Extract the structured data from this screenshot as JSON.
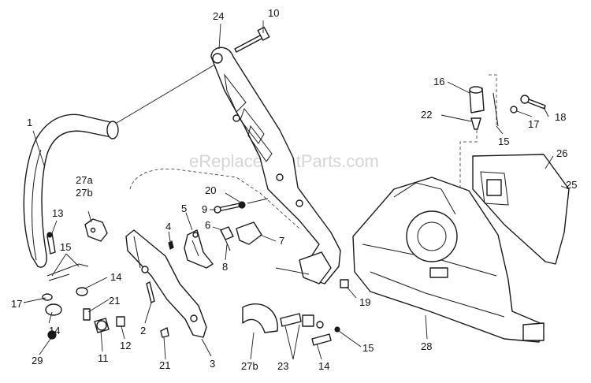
{
  "watermark": "eReplacementParts.com",
  "callouts": [
    "1",
    "10",
    "24",
    "13",
    "15",
    "17",
    "14",
    "21",
    "29",
    "11",
    "12",
    "27a",
    "27b",
    "5",
    "4",
    "6",
    "8",
    "7",
    "9",
    "20",
    "2",
    "16",
    "22",
    "18",
    "26",
    "25",
    "19",
    "28",
    "23",
    "3"
  ]
}
